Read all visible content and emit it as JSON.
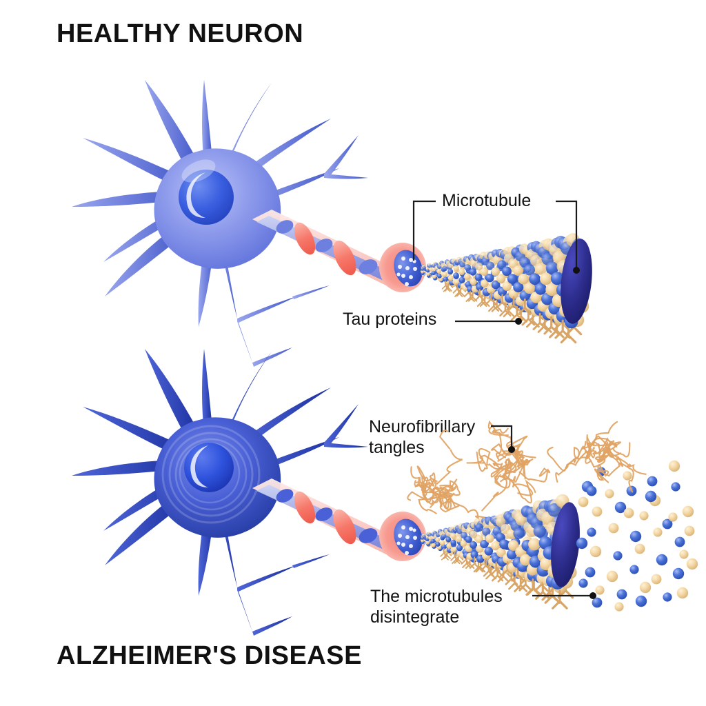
{
  "figure": {
    "kind": "medical-illustration",
    "subject": "Comparison of a healthy neuron and an Alzheimer's disease neuron",
    "background_color": "#ffffff"
  },
  "titles": {
    "top": "HEALTHY NEURON",
    "bottom": "ALZHEIMER'S DISEASE"
  },
  "labels": {
    "microtubule": "Microtubule",
    "tau_proteins": "Tau proteins",
    "neurofibrillary_tangles_line1": "Neurofibrillary",
    "neurofibrillary_tangles_line2": "tangles",
    "disintegrate_line1": "The microtubules",
    "disintegrate_line2": "disintegrate"
  },
  "colors": {
    "text": "#131313",
    "leader_line": "#1a1a1a",
    "soma_healthy_light": "#9aa6ee",
    "soma_healthy_mid": "#6f7fe0",
    "soma_healthy_dark": "#3f55c8",
    "soma_diseased_light": "#6f84e6",
    "soma_diseased_mid": "#3f56d2",
    "soma_diseased_dark": "#1f35a8",
    "dendrite_blue": "#2b46c0",
    "nucleus_blue": "#3358dd",
    "myelin_pink_light": "#fbd9d6",
    "myelin_pink": "#f79a90",
    "myelin_pink_deep": "#f4776a",
    "axon_inner_blue": "#8fa0e8",
    "tubulin_blue": "#4a72d8",
    "tubulin_cream": "#f5d9a8",
    "tau_tan": "#d9a566",
    "tangle_orange": "#e0a364",
    "endcap_navy": "#2e2e8f"
  },
  "panels": [
    {
      "id": "healthy",
      "title": "HEALTHY NEURON",
      "neuron_state": "healthy",
      "soma_texture": "smooth",
      "microtubule_state": "intact",
      "annotations": [
        "Microtubule",
        "Tau proteins"
      ]
    },
    {
      "id": "diseased",
      "title": "ALZHEIMER'S DISEASE",
      "neuron_state": "degenerating",
      "soma_texture": "concentric-rings",
      "microtubule_state": "disintegrating",
      "annotations": [
        "Neurofibrillary tangles",
        "The microtubules disintegrate"
      ]
    }
  ],
  "counts": {
    "neurofibrillary_tangles": 3,
    "myelin_segments": 3,
    "free_tubulin_spheres": 46
  }
}
